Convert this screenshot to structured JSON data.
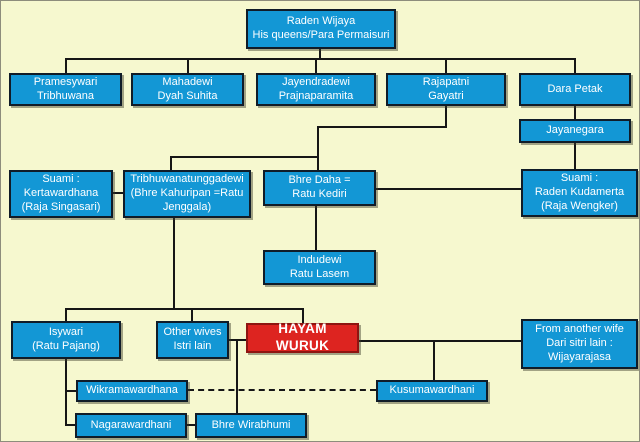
{
  "title": "Raden Wijaya family tree diagram",
  "colors": {
    "background": "#f6f8cf",
    "box_blue": "#1397d5",
    "box_red": "#dd2420",
    "line": "#161616",
    "text": "#ffffff"
  },
  "nodes": {
    "raden_wijaya": {
      "label": "Raden Wijaya\nHis queens/Para Permaisuri"
    },
    "pramesywari": {
      "label": "Pramesywari\nTribhuwana"
    },
    "mahadewi": {
      "label": "Mahadewi\nDyah Suhita"
    },
    "jayendradewi": {
      "label": "Jayendradewi\nPrajnaparamita"
    },
    "rajapatni": {
      "label": "Rajapatni\nGayatri"
    },
    "dara_petak": {
      "label": "Dara Petak"
    },
    "jayanegara": {
      "label": "Jayanegara"
    },
    "kertawardhana": {
      "label": "Suami :\nKertawardhana\n(Raja Singasari)"
    },
    "tribhuwanatunggadewi": {
      "label": "Tribhuwanatunggadewi\n(Bhre Kahuripan =Ratu\nJenggala)"
    },
    "bhre_daha": {
      "label": "Bhre Daha =\nRatu Kediri"
    },
    "raden_kudamerta": {
      "label": "Suami :\nRaden Kudamerta\n(Raja Wengker)"
    },
    "indudewi": {
      "label": "Indudewi\nRatu Lasem"
    },
    "isywari": {
      "label": "Isywari\n(Ratu Pajang)"
    },
    "other_wives": {
      "label": "Other wives\nIstri lain"
    },
    "hayam_wuruk": {
      "label": "HAYAM WURUK"
    },
    "wijayarajasa": {
      "label": "From another wife\nDari sitri lain :\nWijayarajasa"
    },
    "wikramawardhana": {
      "label": "Wikramawardhana"
    },
    "kusumawardhani": {
      "label": "Kusumawardhani"
    },
    "nagarawardhani": {
      "label": "Nagarawardhani"
    },
    "bhre_wirabhumi": {
      "label": "Bhre Wirabhumi"
    }
  }
}
